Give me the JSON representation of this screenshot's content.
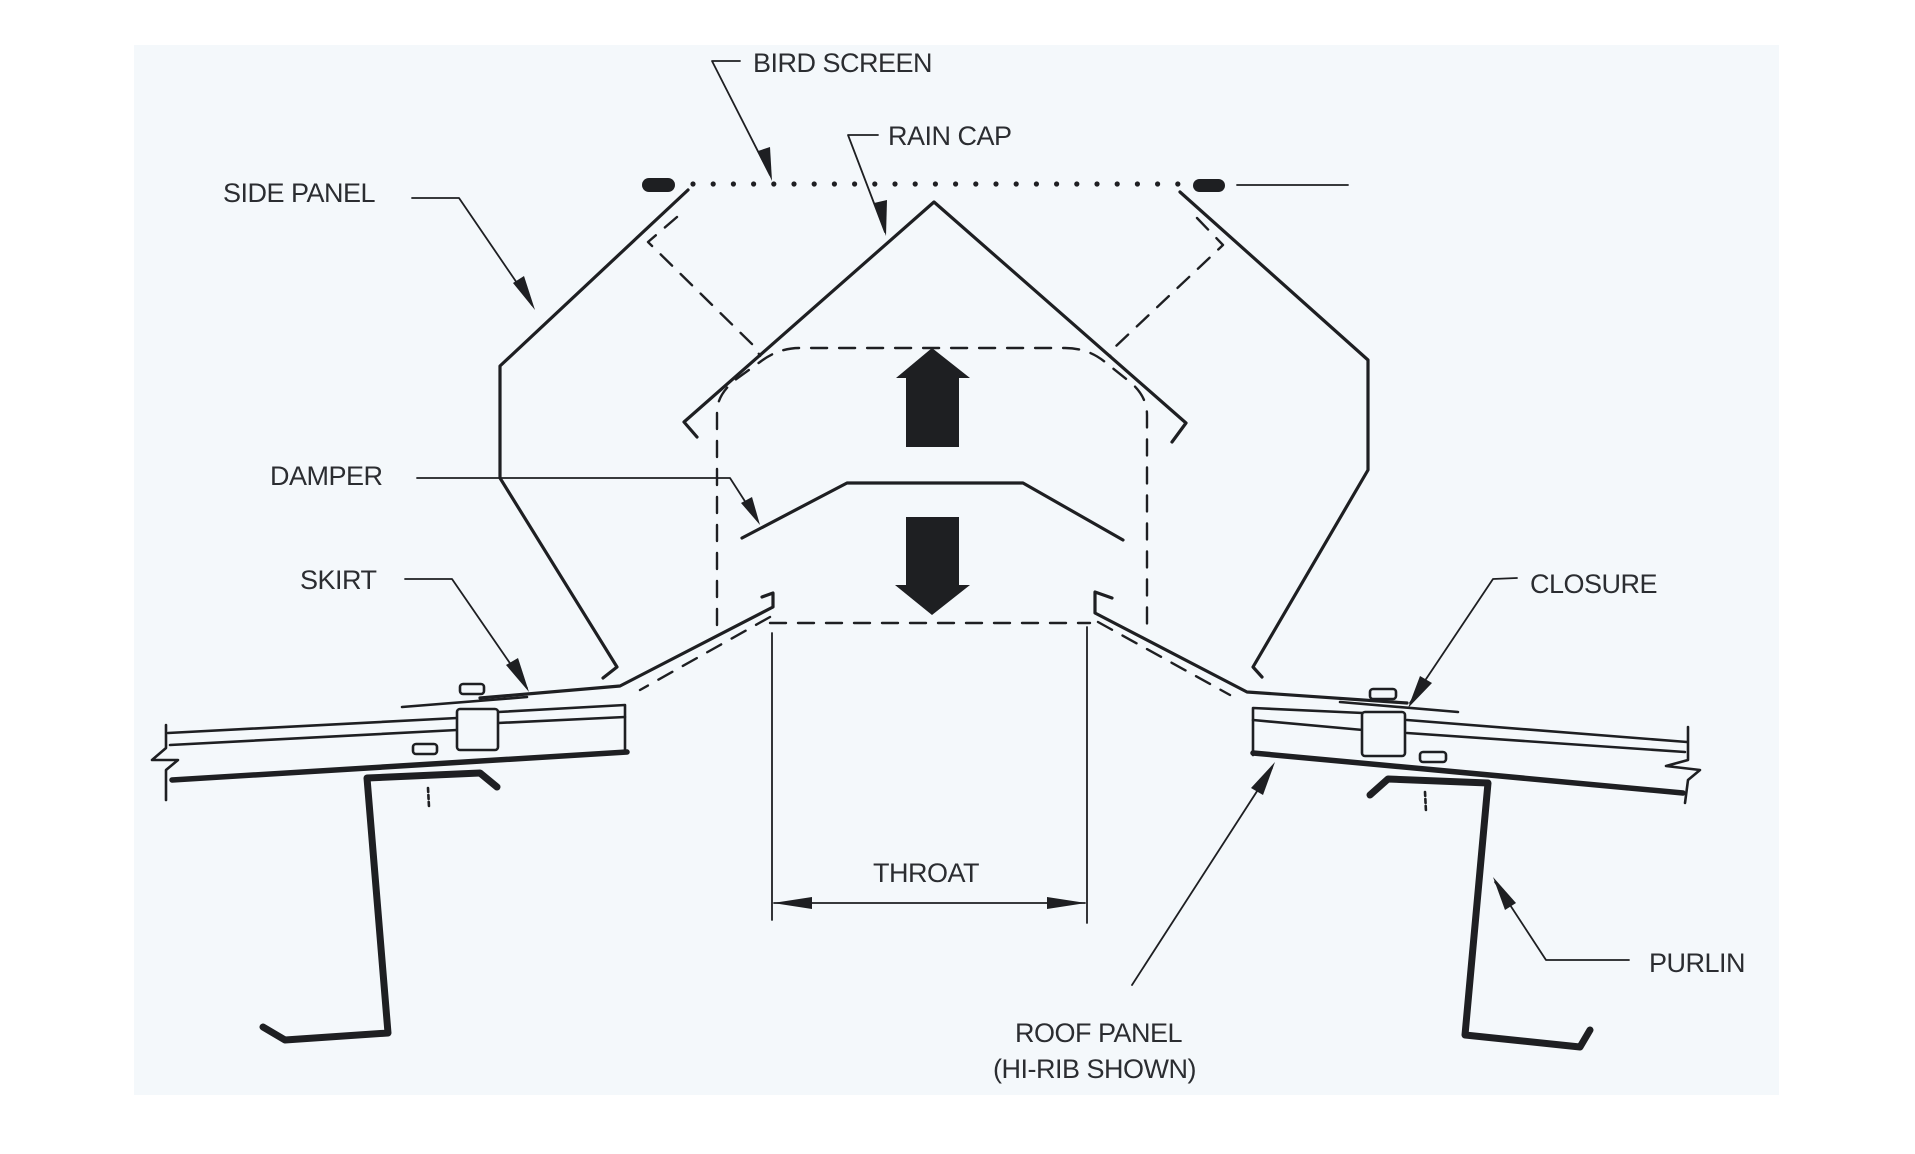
{
  "diagram": {
    "title": "Ridge ventilator cross-section",
    "labels": {
      "bird_screen": "BIRD SCREEN",
      "rain_cap": "RAIN CAP",
      "side_panel": "SIDE PANEL",
      "damper": "DAMPER",
      "skirt": "SKIRT",
      "closure": "CLOSURE",
      "throat": "THROAT",
      "purlin": "PURLIN",
      "roof_panel_line1": "ROOF PANEL",
      "roof_panel_line2": "(HI-RIB SHOWN)"
    },
    "airflow_arrows": [
      "up",
      "down"
    ],
    "colors": {
      "ink": "#1e1f22",
      "text": "#2b2d31",
      "paper": "#f4f8fb",
      "page": "#ffffff"
    }
  }
}
